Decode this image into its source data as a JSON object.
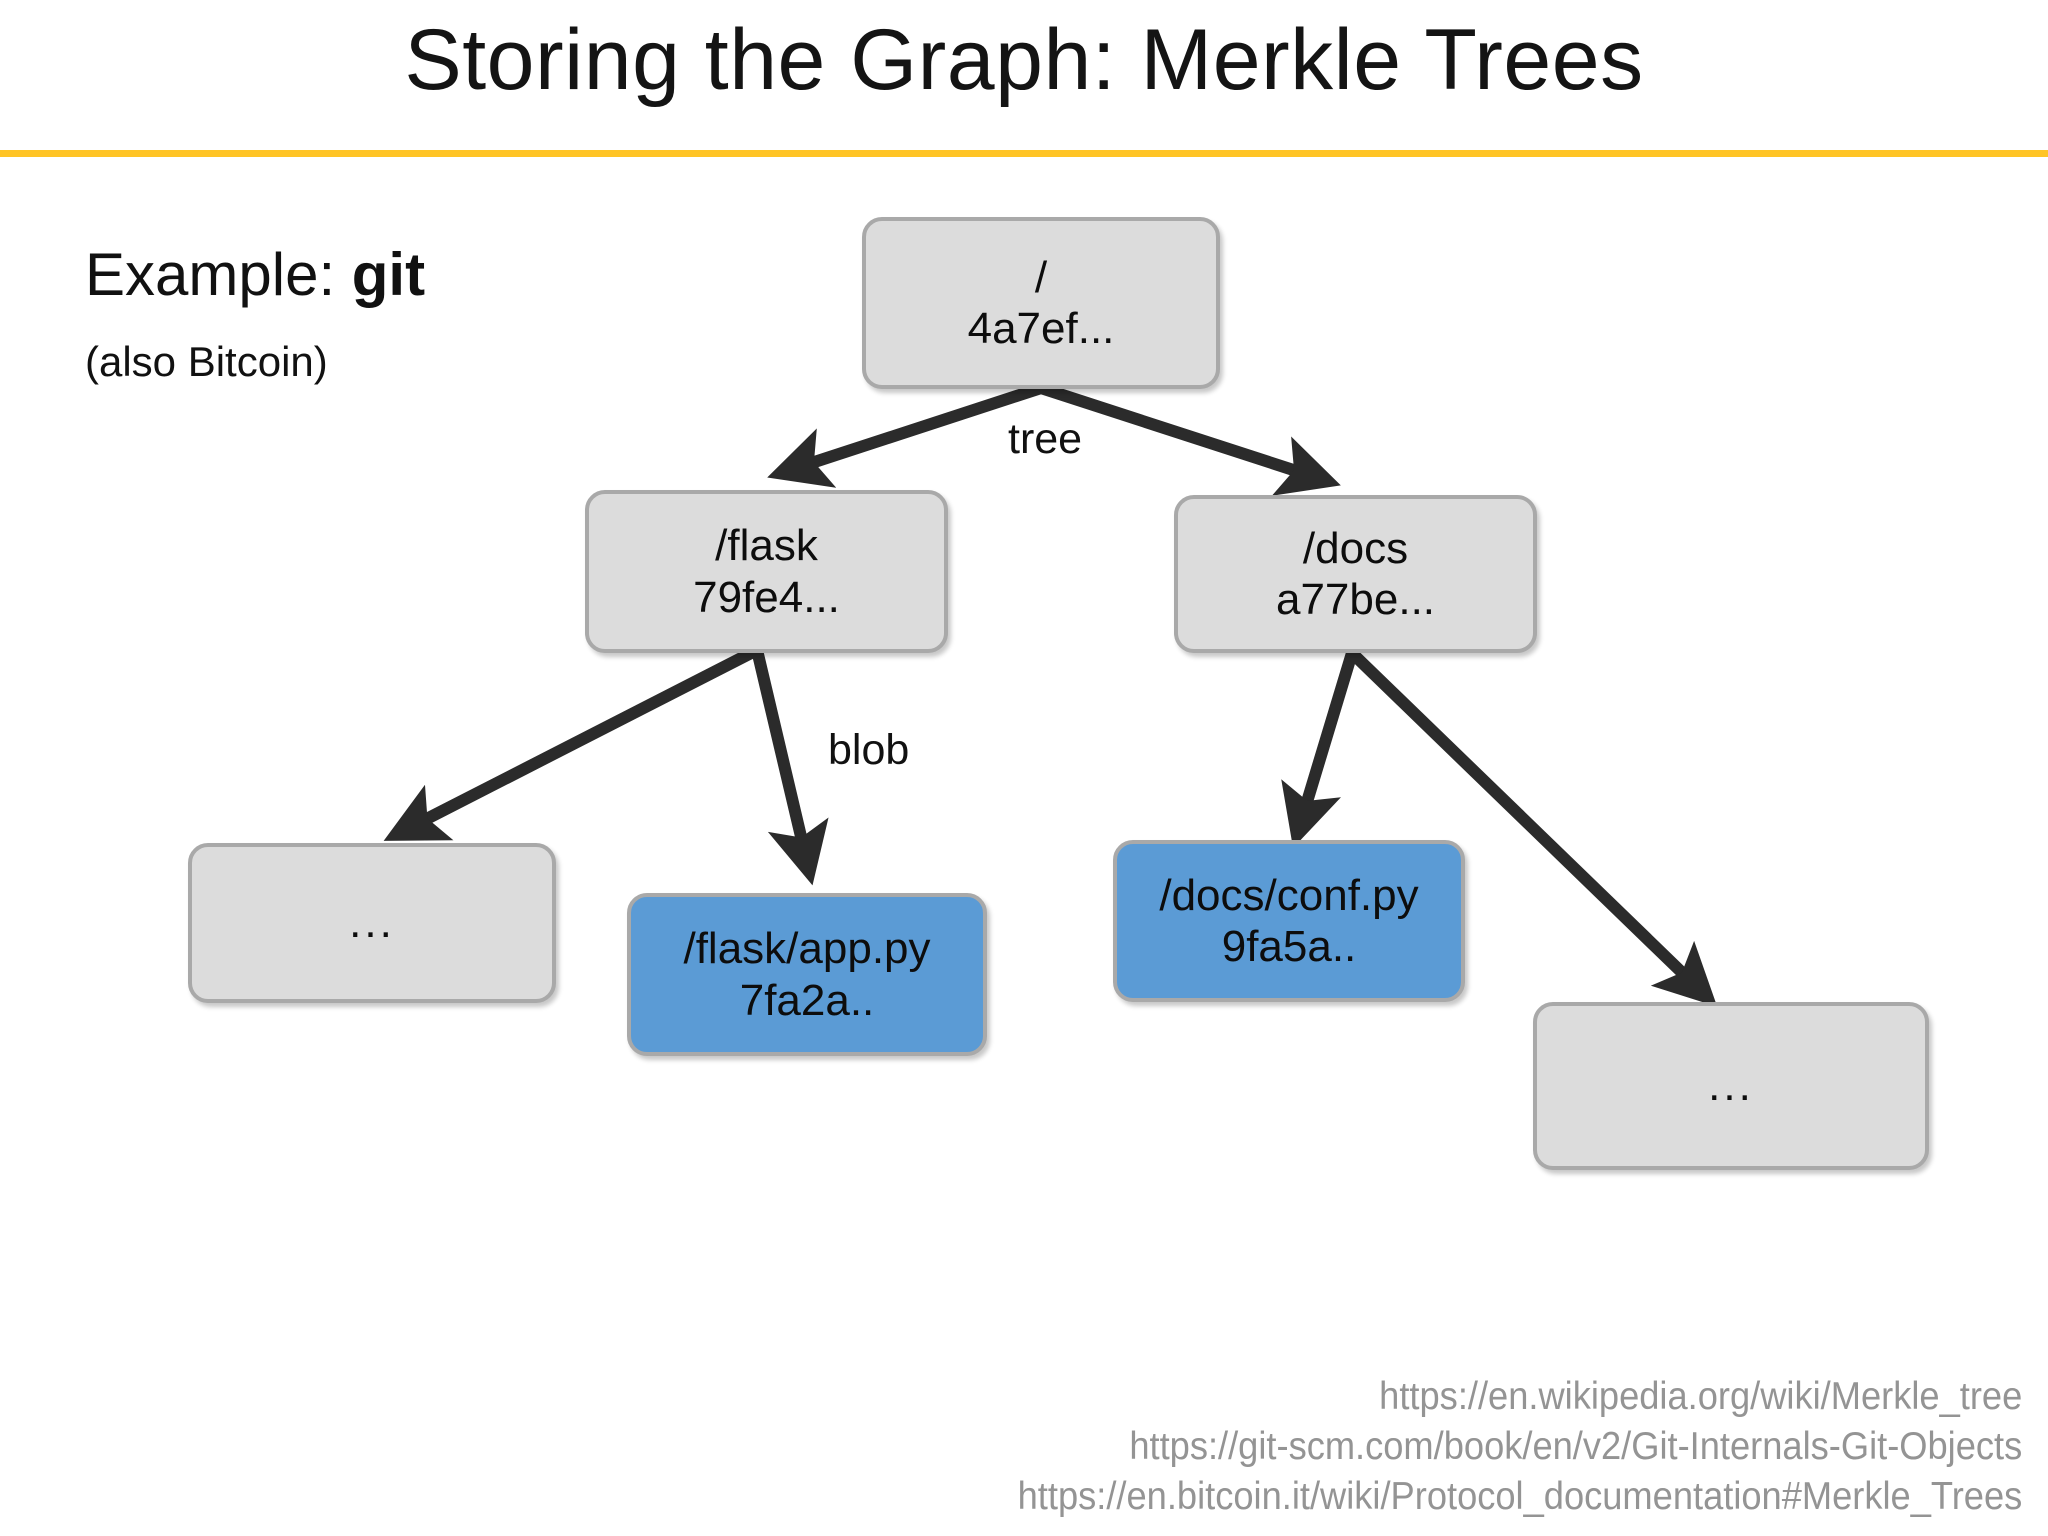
{
  "slide": {
    "title": "Storing the Graph: Merkle Trees",
    "accent_color": "#FFC425",
    "background": "#FFFFFF"
  },
  "caption": {
    "example_lead": "Example: ",
    "example_strong": "git",
    "subtitle": "(also Bitcoin)"
  },
  "diagram": {
    "type": "merkle-tree",
    "node_fill_default": "#DCDCDC",
    "node_fill_blob": "#5B9BD5",
    "node_border": "#A9A9A9",
    "edge_color": "#2B2B2B",
    "nodes": [
      {
        "id": "root",
        "kind": "tree",
        "line1": "/",
        "line2": "4a7ef..."
      },
      {
        "id": "flask",
        "kind": "tree",
        "line1": "/flask",
        "line2": "79fe4..."
      },
      {
        "id": "docs",
        "kind": "tree",
        "line1": "/docs",
        "line2": "a77be..."
      },
      {
        "id": "flask-ellipsis",
        "kind": "ellipsis",
        "line1": "...",
        "line2": ""
      },
      {
        "id": "flask-app",
        "kind": "blob",
        "line1": "/flask/app.py",
        "line2": "7fa2a.."
      },
      {
        "id": "docs-conf",
        "kind": "blob",
        "line1": "/docs/conf.py",
        "line2": "9fa5a.."
      },
      {
        "id": "docs-ellipsis",
        "kind": "ellipsis",
        "line1": "...",
        "line2": ""
      }
    ],
    "edges": [
      {
        "from": "root",
        "to": "flask",
        "label": ""
      },
      {
        "from": "root",
        "to": "docs",
        "label": "tree"
      },
      {
        "from": "flask",
        "to": "flask-ellipsis",
        "label": ""
      },
      {
        "from": "flask",
        "to": "flask-app",
        "label": "blob"
      },
      {
        "from": "docs",
        "to": "docs-conf",
        "label": ""
      },
      {
        "from": "docs",
        "to": "docs-ellipsis",
        "label": ""
      }
    ],
    "edge_labels": {
      "tree": "tree",
      "blob": "blob"
    }
  },
  "footnotes": {
    "urls": [
      "https://en.wikipedia.org/wiki/Merkle_tree",
      "https://git-scm.com/book/en/v2/Git-Internals-Git-Objects",
      "https://en.bitcoin.it/wiki/Protocol_documentation#Merkle_Trees"
    ]
  }
}
